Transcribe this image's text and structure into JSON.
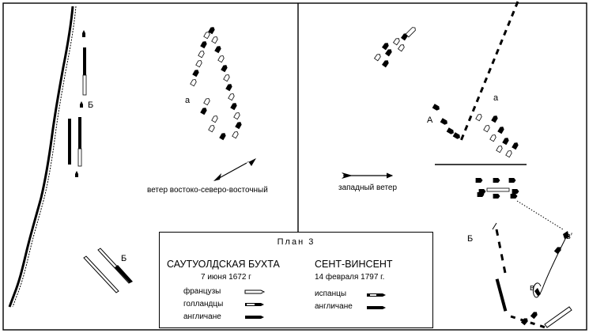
{
  "plan_title": "План 3",
  "left_panel": {
    "wind_label": "ветер востоко-северо-восточный",
    "marks": [
      "а",
      "Б",
      "Б"
    ]
  },
  "right_panel": {
    "wind_label": "западный ветер",
    "marks": [
      "а",
      "А",
      "Б",
      "в",
      "в′"
    ]
  },
  "legend": {
    "battle1": {
      "name": "САУТУОЛДСКАЯ БУХТА",
      "date": "7 июня 1672 г",
      "items": [
        "французы",
        "голландцы",
        "англичане"
      ]
    },
    "battle2": {
      "name": "СЕНТ-ВИНСЕНТ",
      "date": "14 февраля 1797 г.",
      "items": [
        "испанцы",
        "англичане"
      ]
    }
  },
  "colors": {
    "ink": "#000000",
    "paper": "#ffffff"
  }
}
